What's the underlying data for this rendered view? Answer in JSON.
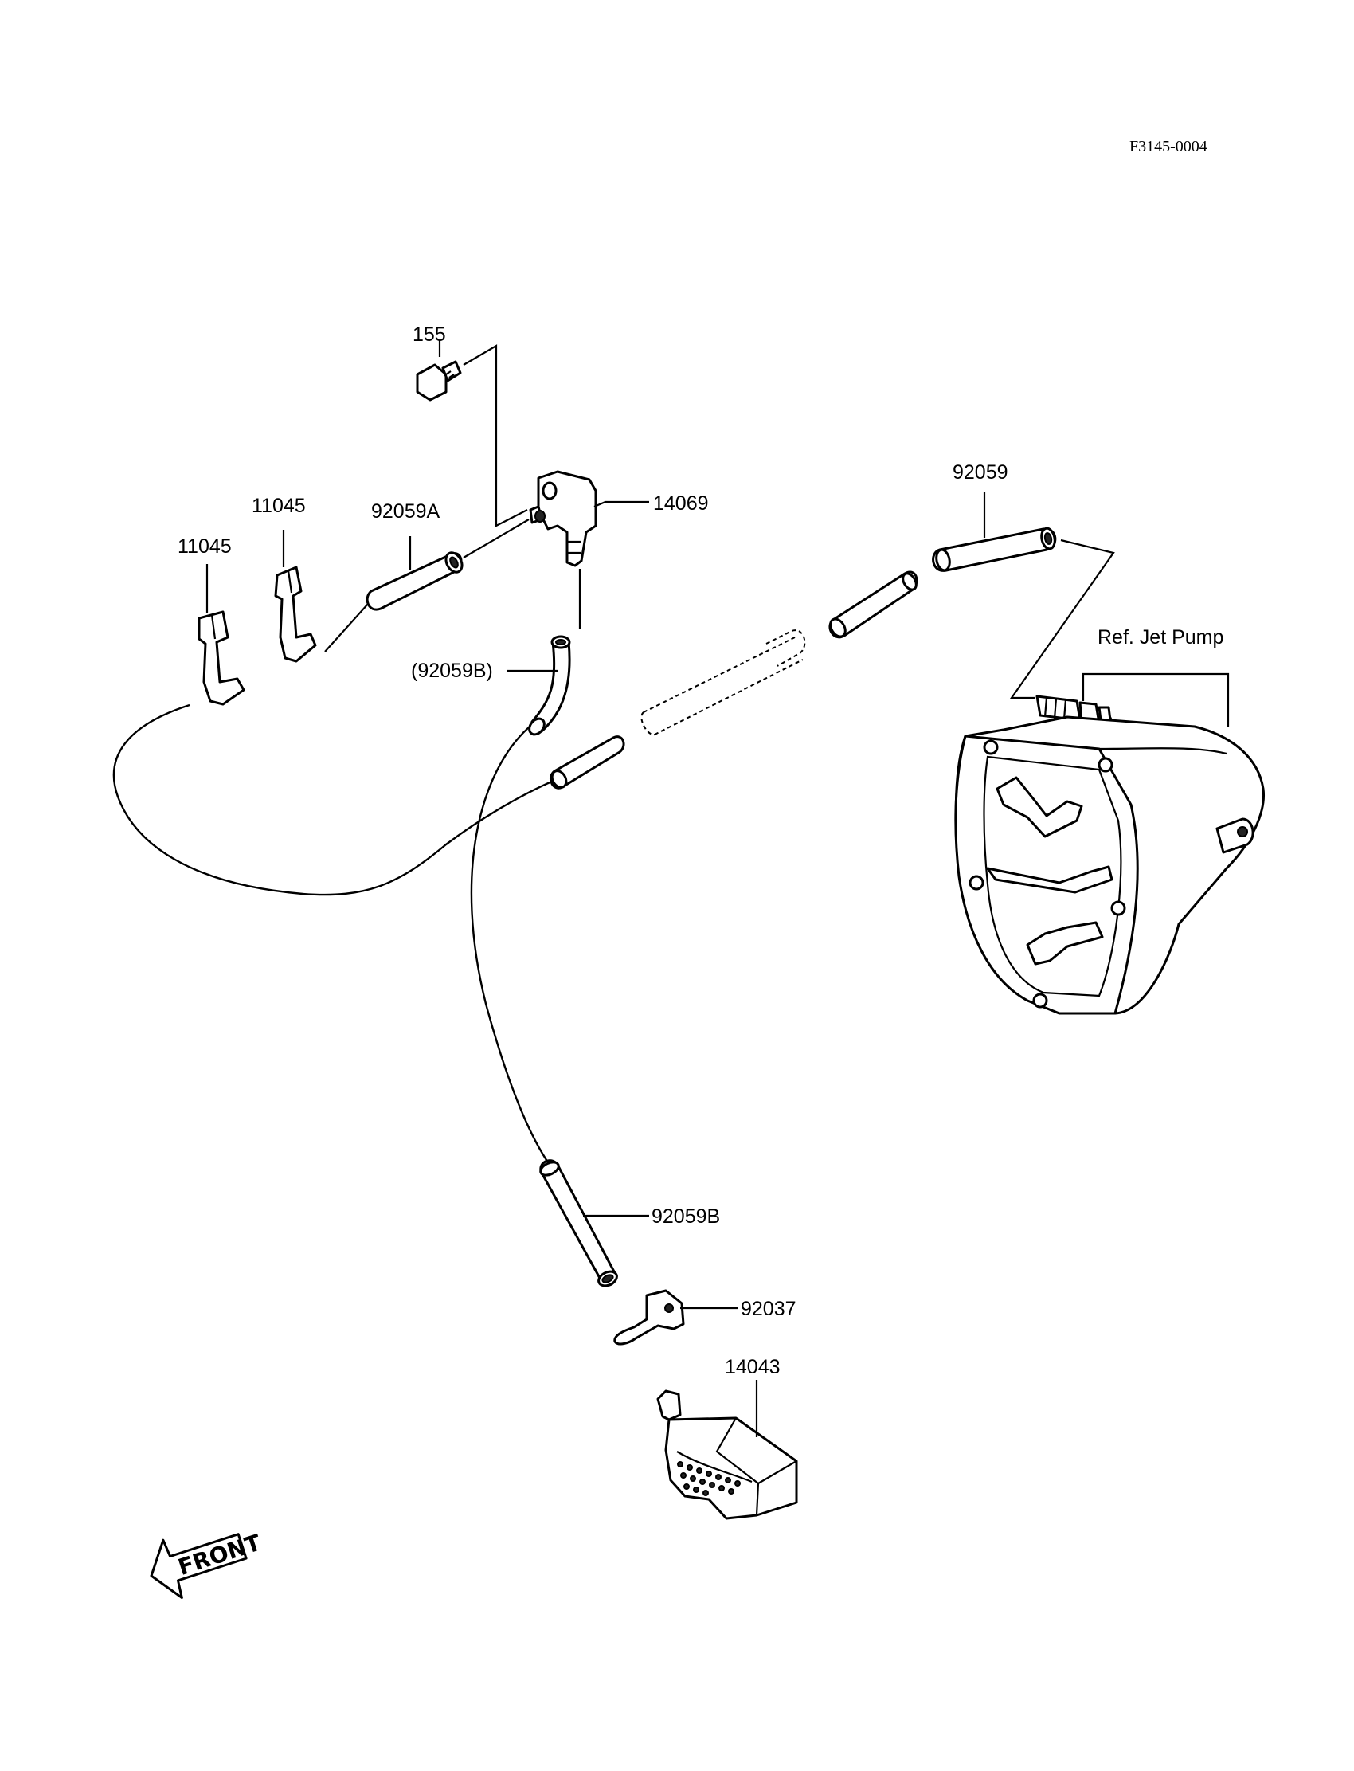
{
  "diagram_code": "F3145-0004",
  "labels": {
    "bolt": "155",
    "clip_upper": "11045",
    "clip_lower": "11045",
    "hose_a": "92059A",
    "fitting": "14069",
    "hose": "92059",
    "hose_b_paren": "(92059B)",
    "hose_b": "92059B",
    "clamp": "92037",
    "filter": "14043",
    "ref_jet_pump": "Ref. Jet Pump"
  },
  "front_marker": "FRONT"
}
